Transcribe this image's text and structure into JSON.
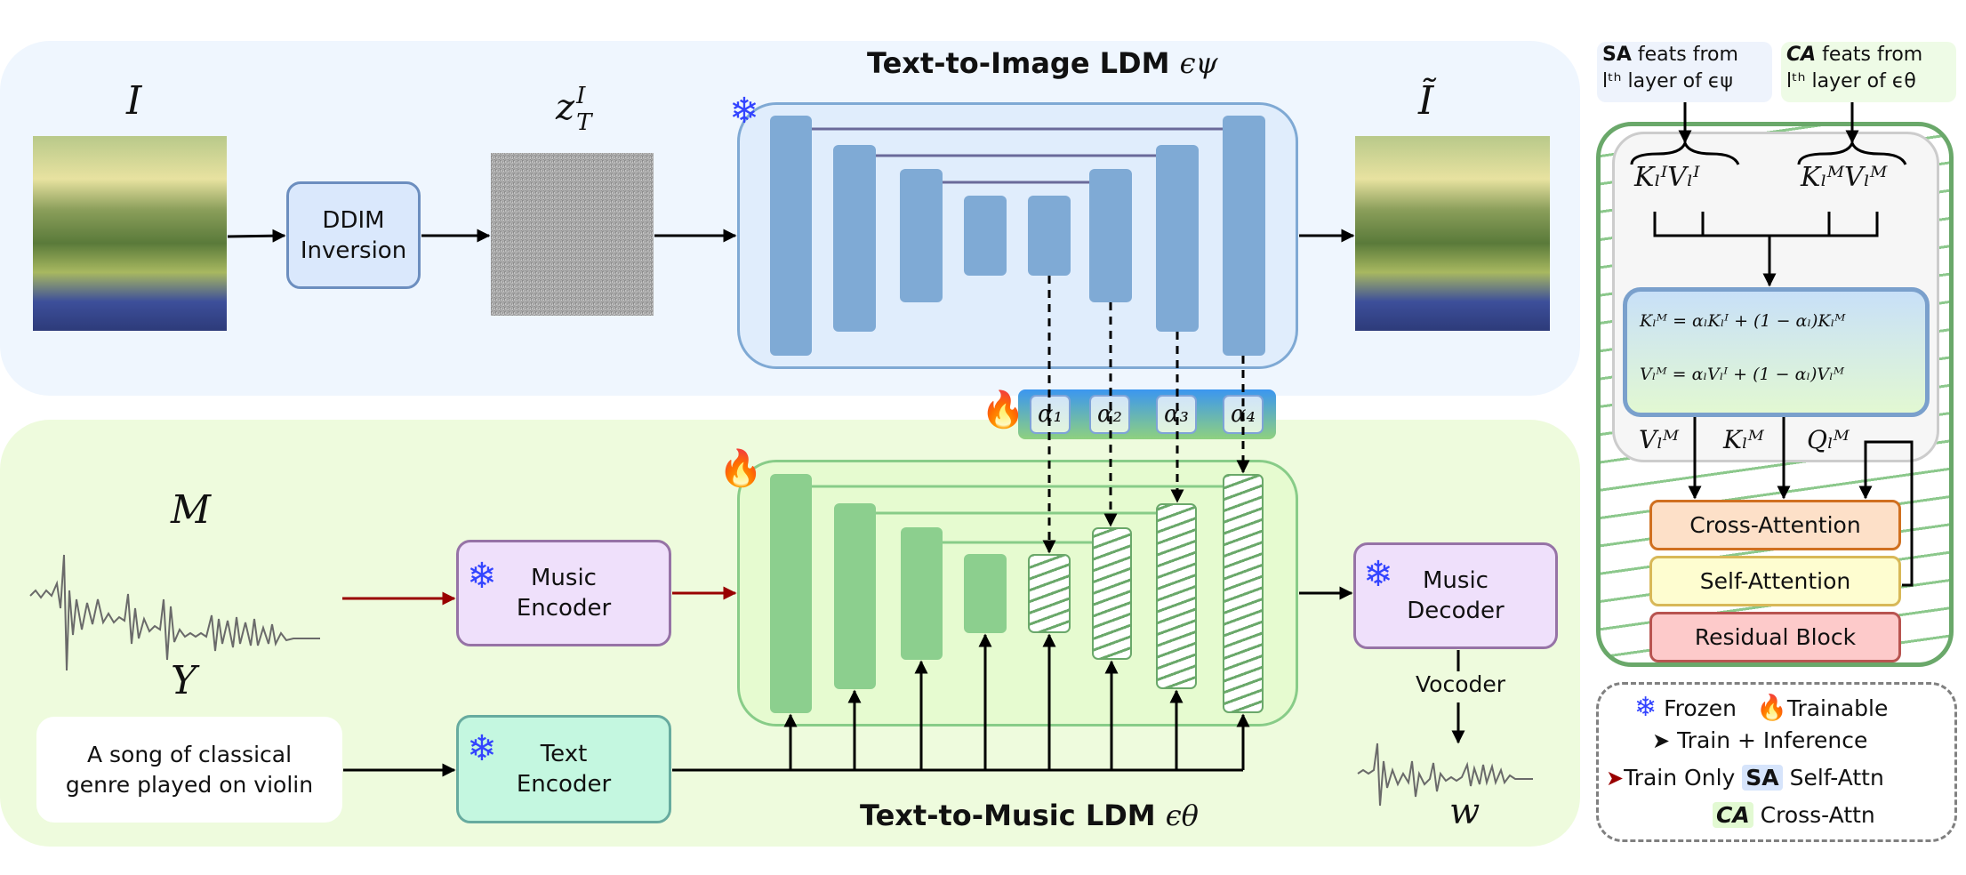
{
  "image_branch": {
    "title": "Text-to-Image LDM",
    "title_symbol": "ϵψ",
    "input_label": "I",
    "noise_label": "z",
    "noise_sup": "I",
    "noise_sub": "T",
    "output_label": "Ĩ",
    "ddim_line1": "DDIM",
    "ddim_line2": "Inversion",
    "frozen_icon": "snowflake-icon"
  },
  "alphas": [
    "α₁",
    "α₂",
    "α₃",
    "α₄"
  ],
  "music_branch": {
    "title": "Text-to-Music LDM",
    "title_symbol": "ϵθ",
    "music_label": "M",
    "text_label": "Y",
    "prompt": "A song of classical genre played on violin",
    "music_encoder_line1": "Music",
    "music_encoder_line2": "Encoder",
    "text_encoder_line1": "Text",
    "text_encoder_line2": "Encoder",
    "music_decoder_line1": "Music",
    "music_decoder_line2": "Decoder",
    "vocoder": "Vocoder",
    "output_label": "w",
    "trainable_icon": "flame-icon"
  },
  "detail_panel": {
    "sa_feats_tag": "SA",
    "sa_feats_text1": " feats from",
    "sa_feats_text2": "lᵗʰ layer of ϵψ",
    "ca_feats_tag": "CA",
    "ca_feats_text1": " feats from",
    "ca_feats_text2": "lᵗʰ layer of ϵθ",
    "img_kv": "KₗᴵVₗᴵ",
    "mus_kv": "KₗᴹVₗᴹ",
    "formula_k": "Kₗᴹ = αₗKₗᴵ + (1 − αₗ)Kₗᴹ",
    "formula_v": "Vₗᴹ = αₗVₗᴵ + (1 − αₗ)Vₗᴹ",
    "v_label": "Vₗᴹ",
    "k_label": "Kₗᴹ",
    "q_label": "Qₗᴹ",
    "cross_attention": "Cross-Attention",
    "self_attention": "Self-Attention",
    "residual_block": "Residual Block"
  },
  "legend": {
    "frozen": "Frozen",
    "trainable": "Trainable",
    "train_inference": "Train + Inference",
    "train_only": "Train Only",
    "sa_tag": "SA",
    "sa_text": "Self-Attn",
    "ca_tag": "CA",
    "ca_text": "Cross-Attn"
  },
  "colors": {
    "train_only_arrow": "#990000",
    "frozen_icon": "#3344ff",
    "trainable_icon": "#f7941d"
  }
}
